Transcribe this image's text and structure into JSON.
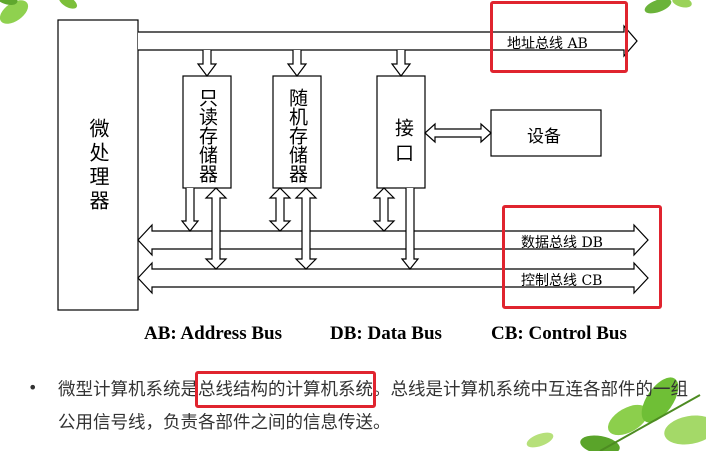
{
  "diagram": {
    "cpu_label": "微处理器",
    "rom_label": "只读存储器",
    "ram_label": "随机存储器",
    "interface_label": "接口",
    "device_label": "设备",
    "address_bus_label": "地址总线 AB",
    "data_bus_label": "数据总线 DB",
    "control_bus_label": "控制总线 CB"
  },
  "legend": {
    "ab": "AB: Address Bus",
    "db": "DB: Data Bus",
    "cb": "CB: Control Bus"
  },
  "bullet": {
    "text_before": "微型计算机系统是",
    "highlight": "总线结构的计算机系统",
    "text_after": "。总线是计算机系统中互连各部件的一组公用信号线，负责各部件之间的信息传送。"
  },
  "colors": {
    "line": "#000000",
    "highlight_box": "#e0242f",
    "leaf_green": "#7cbf3a"
  },
  "icons": [
    "leaf-decoration"
  ]
}
